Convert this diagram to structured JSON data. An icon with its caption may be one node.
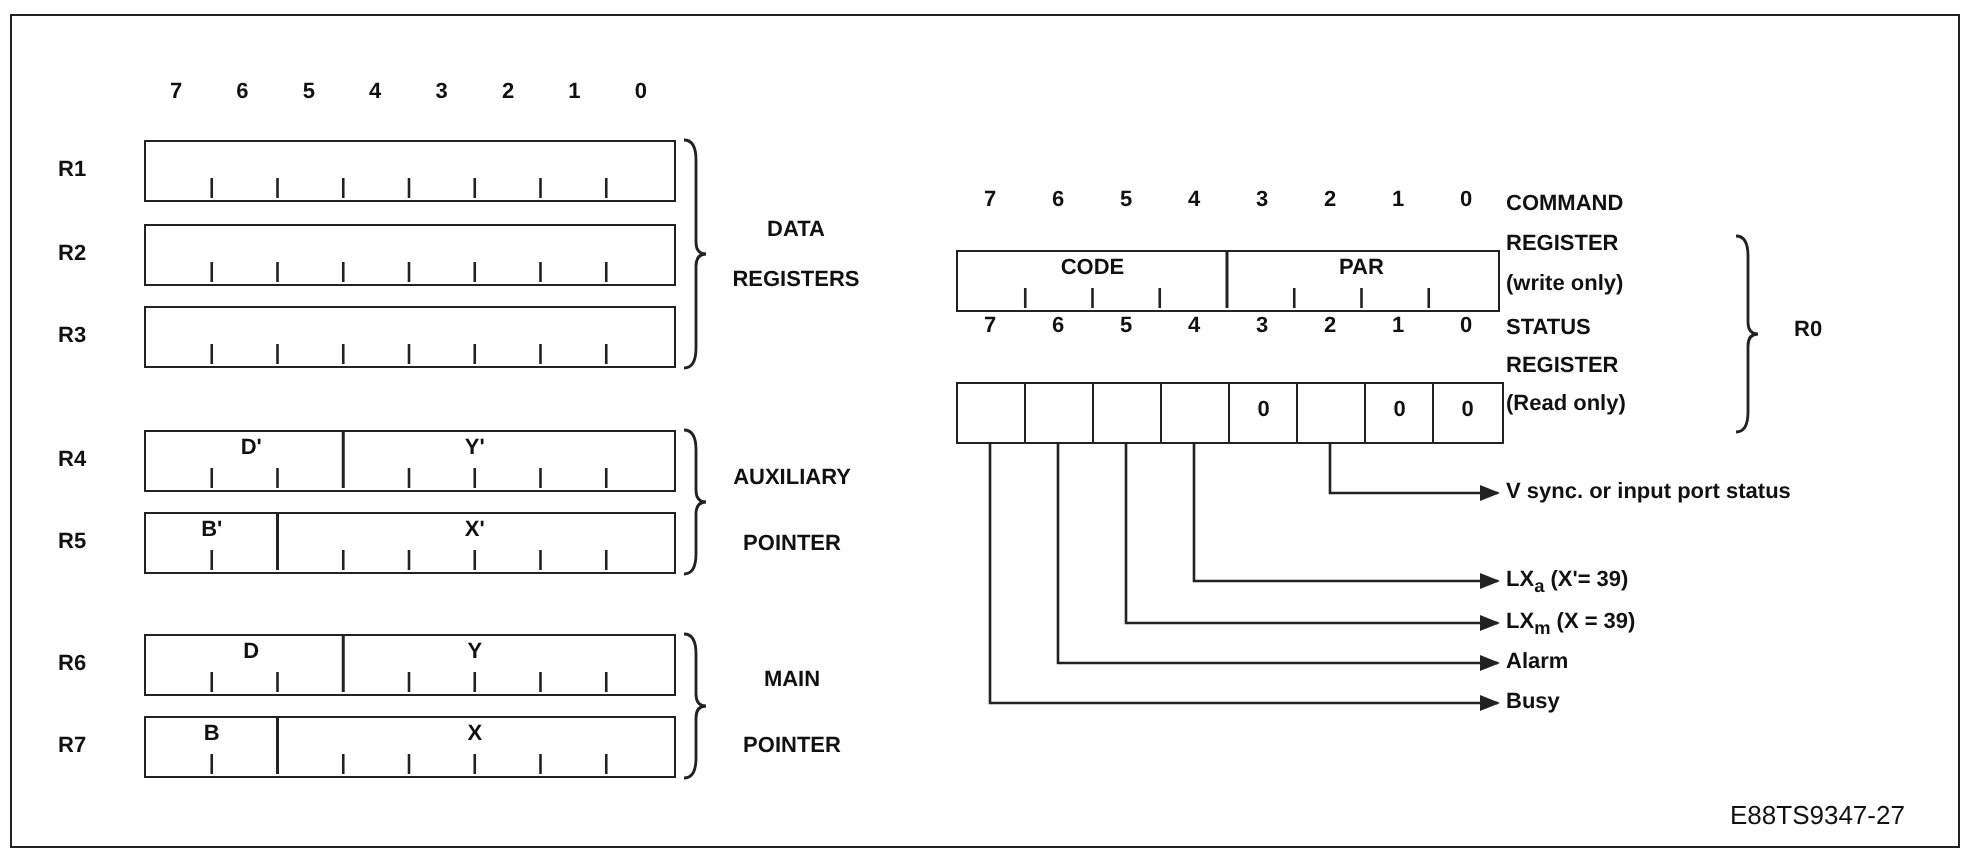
{
  "diagram": {
    "nodes": [
      {
        "text": [],
        "shape": "bar",
        "beside": [
          "R1"
        ]
      },
      {
        "text": [],
        "shape": "bar",
        "beside": [
          "R2"
        ]
      },
      {
        "text": [],
        "shape": "bar",
        "beside": [
          "R3"
        ]
      },
      {
        "text": [
          "D'",
          "Y'"
        ],
        "beside": [
          "R4"
        ]
      },
      {
        "text": [
          "B'",
          "X'"
        ],
        "beside": [
          "R5"
        ]
      },
      {
        "text": [
          "D",
          "Y"
        ],
        "beside": [
          "R6"
        ]
      },
      {
        "text": [
          "B",
          "X"
        ],
        "beside": [
          "R7"
        ]
      },
      {
        "text": [
          "CODE",
          "PAR"
        ]
      },
      {
        "text": [],
        "shape": "box"
      },
      {
        "text": [],
        "shape": "box"
      },
      {
        "text": [],
        "shape": "box"
      },
      {
        "text": [],
        "shape": "box"
      },
      {
        "text": [
          "0"
        ]
      },
      {
        "text": [],
        "shape": "box"
      },
      {
        "text": [
          "0"
        ]
      },
      {
        "text": [
          "0"
        ]
      },
      {
        "text": [
          "V sync. or input port status"
        ]
      },
      {
        "text": [
          "LX$_{a}$ (X'= 39)"
        ]
      },
      {
        "text": [
          "LX$_{m}$ (X = 39)"
        ]
      },
      {
        "text": [
          "Alarm"
        ]
      },
      {
        "text": [
          "Busy"
        ]
      }
    ],
    "edges": [
      {
        "from": 13,
        "to": 16,
        "arrow": "to"
      },
      {
        "from": 11,
        "to": 17,
        "arrow": "to"
      },
      {
        "from": 10,
        "to": 18,
        "arrow": "to"
      },
      {
        "from": 9,
        "to": 19,
        "arrow": "to"
      },
      {
        "from": 8,
        "to": 20,
        "arrow": "to"
      }
    ],
    "labels": [
      "7",
      "6",
      "5",
      "4",
      "3",
      "2",
      "1",
      "0",
      "DATA REGISTERS",
      "AUXILIARY POINTER",
      "MAIN POINTER",
      "7",
      "6",
      "5",
      "4",
      "3",
      "2",
      "1",
      "0",
      "COMMAND REGISTER (write only)",
      "7",
      "6",
      "5",
      "4",
      "3",
      "2",
      "1",
      "0",
      "STATUS REGISTER (Read only)",
      "R0",
      "E88TS9347-27"
    ]
  }
}
